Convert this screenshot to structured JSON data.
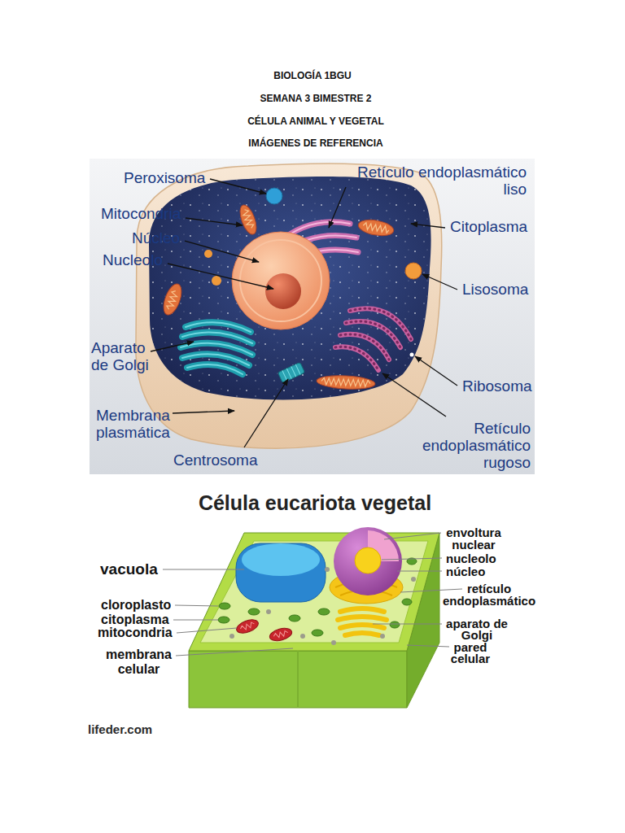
{
  "diagram": {
    "title": "BIOLOGÍA 1BGU",
    "labels": [
      "SEMANA 3 BIMESTRE 2",
      "CÉLULA ANIMAL Y VEGETAL",
      "IMÁGENES DE REFERENCIA",
      "Peroxisoma",
      "Retículo endoplasmático liso",
      "Mitocondria",
      "Citoplasma",
      "Núcleo",
      "Nucleolo",
      "Lisosoma",
      "Aparato de Golgi",
      "Ribosoma",
      "Membrana plasmática",
      "Retículo endoplasmático rugoso",
      "Centrosoma",
      "Célula eucariota vegetal",
      "envoltura nuclear",
      "vacuola",
      "nucleolo",
      "núcleo",
      "retículo endoplasmático",
      "cloroplasto",
      "citoplasma",
      "mitocondria",
      "aparato de Golgi",
      "pared celular",
      "membrana celular",
      "lifeder.com"
    ]
  }
}
